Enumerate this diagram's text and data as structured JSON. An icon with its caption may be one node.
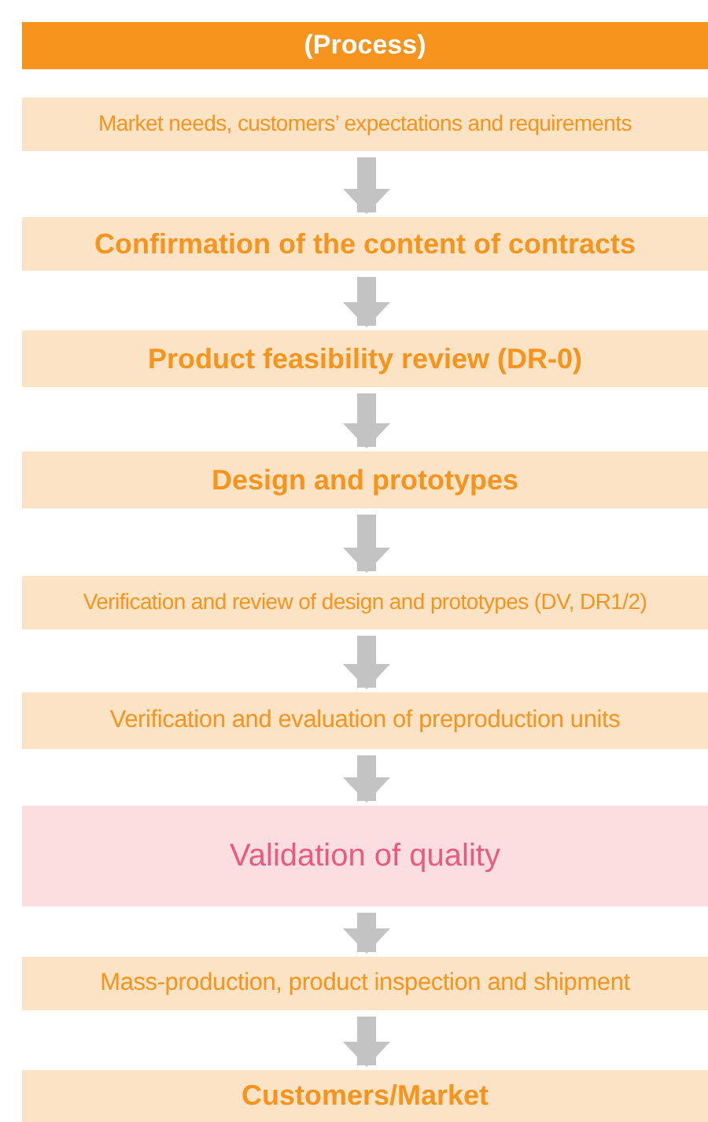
{
  "diagram": {
    "nodes": [
      {
        "text": [
          "(Process)"
        ]
      },
      {
        "text": [
          "Market needs, customers’ expectations and requirements"
        ]
      },
      {
        "text": [
          "Confirmation of the content of contracts"
        ]
      },
      {
        "text": [
          "Product feasibility review (DR-0)"
        ]
      },
      {
        "text": [
          "Design and prototypes"
        ]
      },
      {
        "text": [
          "Verification and review of design and prototypes (DV, DR1/2)"
        ]
      },
      {
        "text": [
          "Verification and evaluation of preproduction units"
        ]
      },
      {
        "text": [
          "Validation of quality"
        ]
      },
      {
        "text": [
          "Mass-production, product inspection and shipment"
        ]
      },
      {
        "text": [
          "Customers/Market"
        ]
      }
    ],
    "edges": [
      {
        "from": 1,
        "to": 2,
        "arrow": "to"
      },
      {
        "from": 2,
        "to": 3,
        "arrow": "to"
      },
      {
        "from": 3,
        "to": 4,
        "arrow": "to"
      },
      {
        "from": 4,
        "to": 5,
        "arrow": "to"
      },
      {
        "from": 5,
        "to": 6,
        "arrow": "to"
      },
      {
        "from": 6,
        "to": 7,
        "arrow": "to"
      },
      {
        "from": 7,
        "to": 8,
        "arrow": "to"
      },
      {
        "from": 8,
        "to": 9,
        "arrow": "to"
      }
    ]
  }
}
